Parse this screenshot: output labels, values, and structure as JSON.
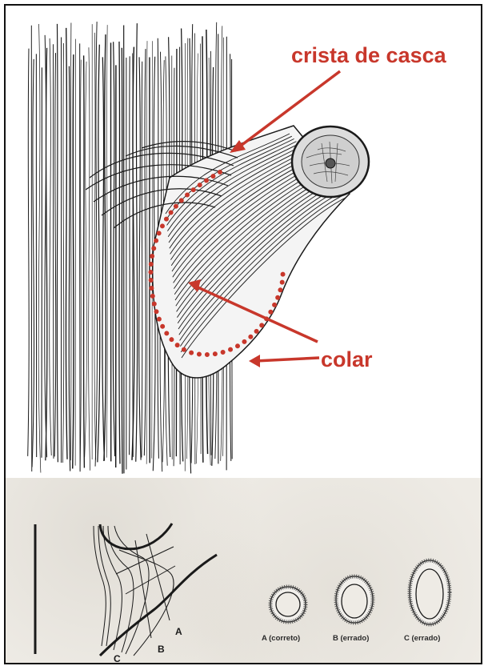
{
  "labels": {
    "bark_ridge": "crista de casca",
    "collar": "colar"
  },
  "cut_diagram": {
    "letters": [
      "A",
      "B",
      "C"
    ]
  },
  "wound_shapes": [
    {
      "caption": "A (correto)"
    },
    {
      "caption": "B (errado)"
    },
    {
      "caption": "C (errado)"
    }
  ],
  "colors": {
    "accent_red": "#c8372b",
    "ink": "#1a1a1a",
    "paper": "#eeebe5"
  }
}
